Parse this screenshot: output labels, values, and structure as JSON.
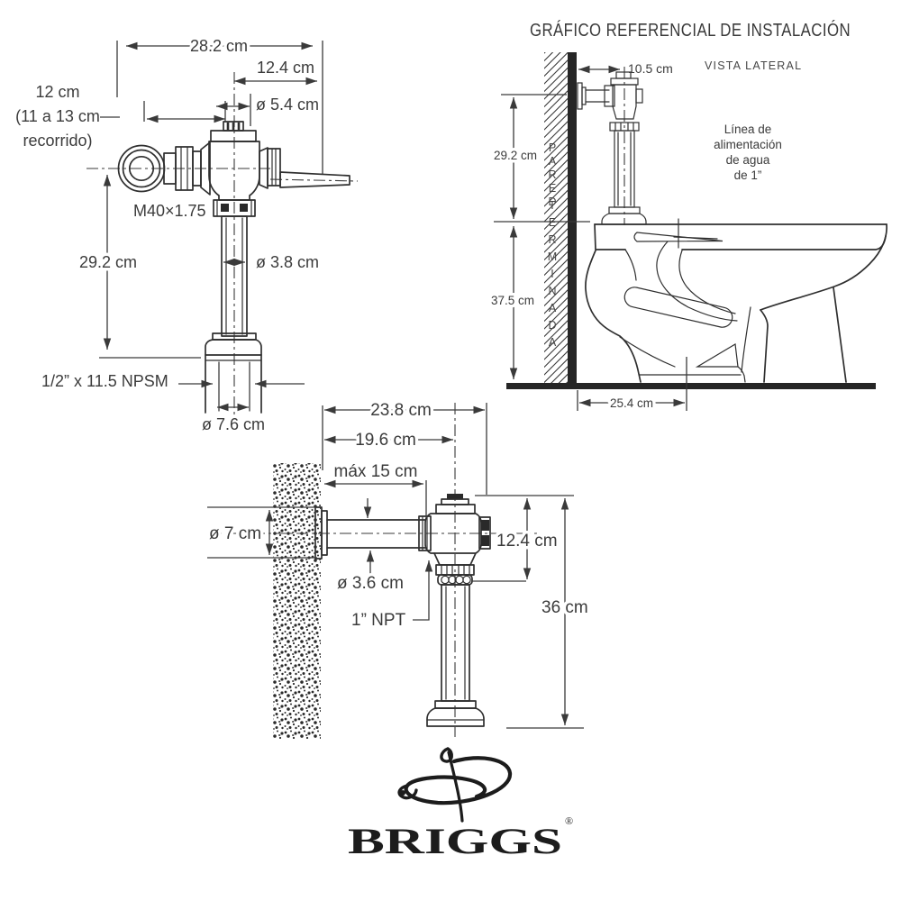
{
  "colors": {
    "ink": "#2f2f2f"
  },
  "left_valve": {
    "dim_282": "28.2 cm",
    "dim_124": "12.4 cm",
    "dim_d54": "ø 5.4 cm",
    "travel_l1": "12 cm",
    "travel_l2": "(11 a 13 cm",
    "travel_l3": "recorrido)",
    "thread": "M40×1.75",
    "dim_292": "29.2 cm",
    "dim_d38": "ø 3.8 cm",
    "spud_thread": "1/2” x 11.5 NPSM",
    "dim_d76": "ø 7.6 cm"
  },
  "installation": {
    "title": "GRÁFICO REFERENCIAL DE INSTALACIÓN",
    "view": "VISTA LATERAL",
    "dim_105": "10.5 cm",
    "wall_word1": "PARED",
    "wall_word2": "TERMINADA",
    "supply_l1": "Línea de",
    "supply_l2": "alimentación",
    "supply_l3": "de agua",
    "supply_l4": "de 1”",
    "dim_292": "29.2 cm",
    "dim_375": "37.5 cm",
    "dim_254": "25.4 cm"
  },
  "bottom_valve": {
    "dim_238": "23.8 cm",
    "dim_196": "19.6 cm",
    "dim_max15": "máx 15 cm",
    "dim_d7": "ø 7 cm",
    "dim_d36": "ø 3.6 cm",
    "thread_npt": "1” NPT",
    "dim_124": "12.4 cm",
    "dim_36": "36 cm"
  },
  "logo": {
    "brand": "BRIGGS",
    "registered": "®"
  }
}
